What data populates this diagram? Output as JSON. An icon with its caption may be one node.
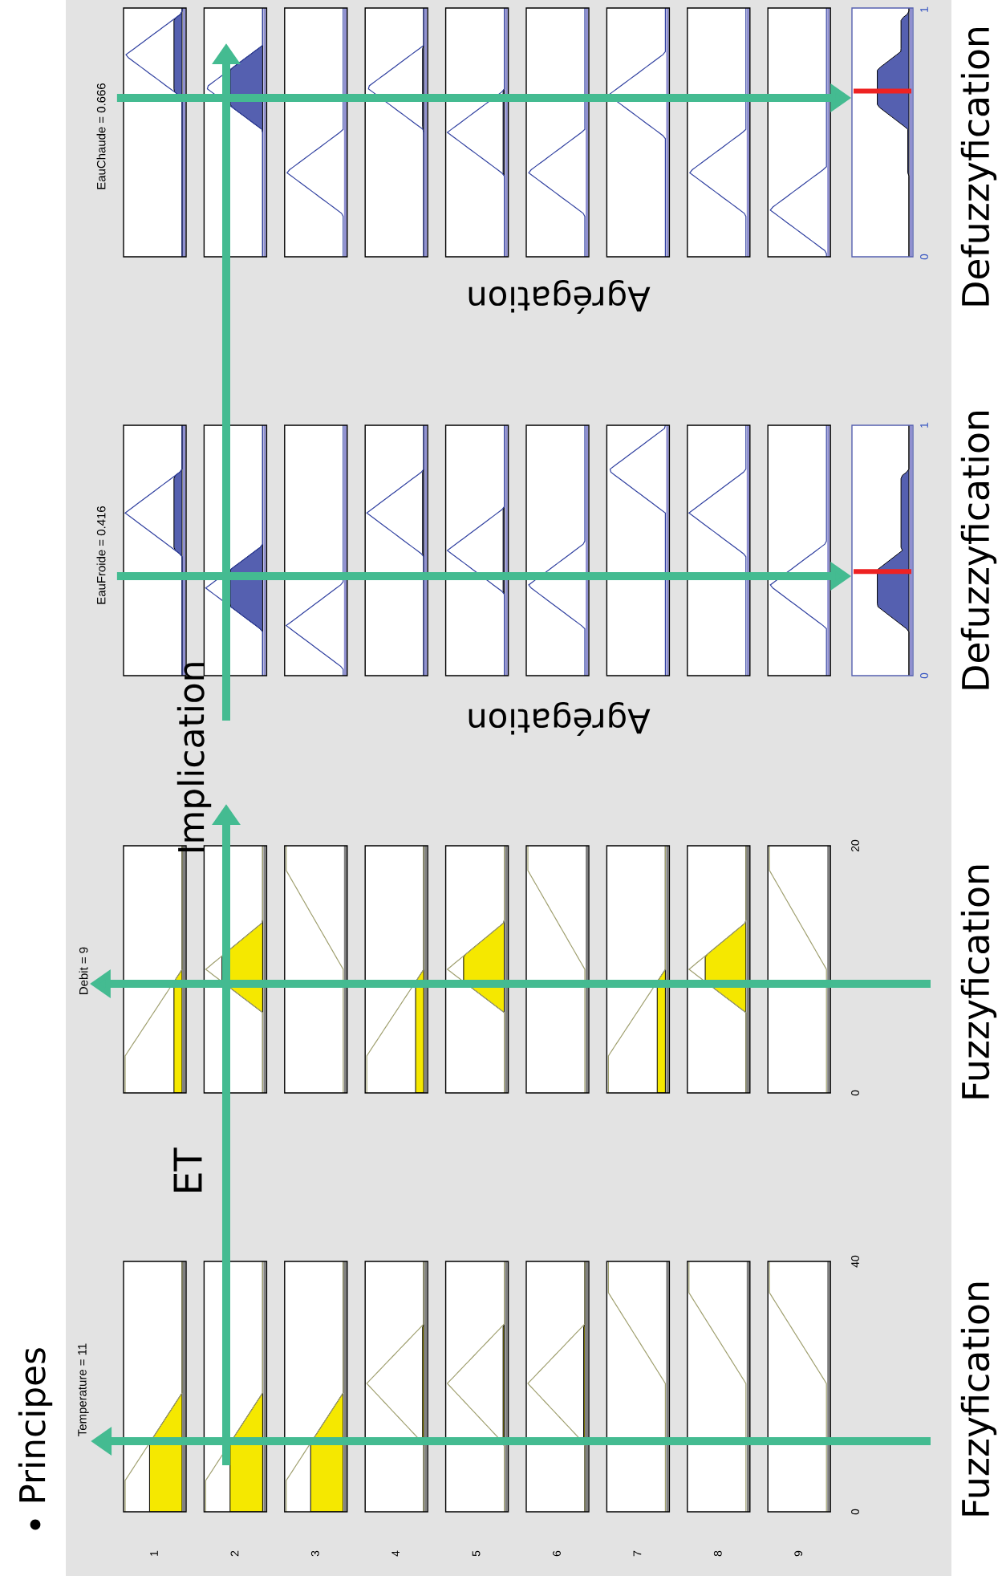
{
  "diagram": {
    "title": "Principes",
    "nodes": [
      {
        "text": [
          "Temperature = 11"
        ]
      },
      {
        "text": [
          "Debit = 9"
        ]
      },
      {
        "text": [
          "EauFroide = 0.416"
        ]
      },
      {
        "text": [
          "EauChaude = 0.666"
        ]
      },
      {
        "text": [],
        "shape": "box"
      },
      {
        "text": [],
        "shape": "box"
      }
    ],
    "edges": [
      {
        "from": null,
        "to": 0,
        "arrow": "to"
      },
      {
        "from": null,
        "to": 1,
        "arrow": "to"
      },
      {
        "from": 0,
        "to": 1,
        "arrow": "to",
        "label": "ET"
      },
      {
        "from": 2,
        "to": 5,
        "arrow": "to"
      },
      {
        "from": 3,
        "to": 4,
        "arrow": "to"
      }
    ],
    "labels": [
      "Fuzzyfication",
      "Fuzzyfication",
      "Defuzzyfication",
      "Defuzzyfication",
      "Agrégation",
      "Agrégation",
      "Implication",
      "1",
      "2",
      "3",
      "4",
      "5",
      "6",
      "7",
      "8",
      "9",
      "0",
      "40",
      "0",
      "20",
      "0",
      "1",
      "0",
      "1"
    ]
  }
}
